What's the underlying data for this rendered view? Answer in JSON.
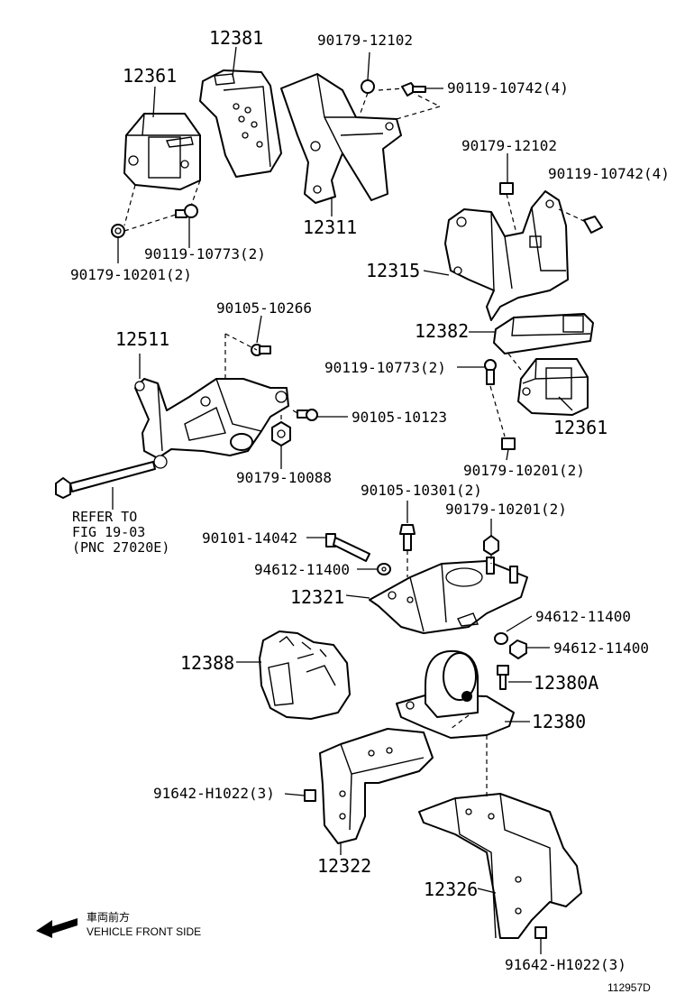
{
  "labels": {
    "l12381": "12381",
    "l12361a": "12361",
    "l12311": "12311",
    "l90179_12102a": "90179-12102",
    "l90119_10742a": "90119-10742(4)",
    "l90119_10773a": "90119-10773(2)",
    "l90179_10201a": "90179-10201(2)",
    "l90179_12102b": "90179-12102",
    "l90119_10742b": "90119-10742(4)",
    "l12315": "12315",
    "l12382": "12382",
    "l90119_10773b": "90119-10773(2)",
    "l12361b": "12361",
    "l90179_10201b": "90179-10201(2)",
    "l90105_10266": "90105-10266",
    "l12511": "12511",
    "l90105_10123": "90105-10123",
    "l90179_10088": "90179-10088",
    "refer_line1": "REFER TO",
    "refer_line2": "FIG 19-03",
    "refer_line3": "(PNC 27020E)",
    "l90105_10301": "90105-10301(2)",
    "l90179_10201c": "90179-10201(2)",
    "l90101_14042": "90101-14042",
    "l94612_11400a": "94612-11400",
    "l12321": "12321",
    "l94612_11400b": "94612-11400",
    "l94612_11400c": "94612-11400",
    "l12388": "12388",
    "l12380A": "12380A",
    "l12380": "12380",
    "l91642_H1022a": "91642-H1022(3)",
    "l12322": "12322",
    "l12326": "12326",
    "l91642_H1022b": "91642-H1022(3)",
    "front_jp": "車両前方",
    "front_en": "VEHICLE FRONT SIDE",
    "diagram_id": "112957D"
  }
}
